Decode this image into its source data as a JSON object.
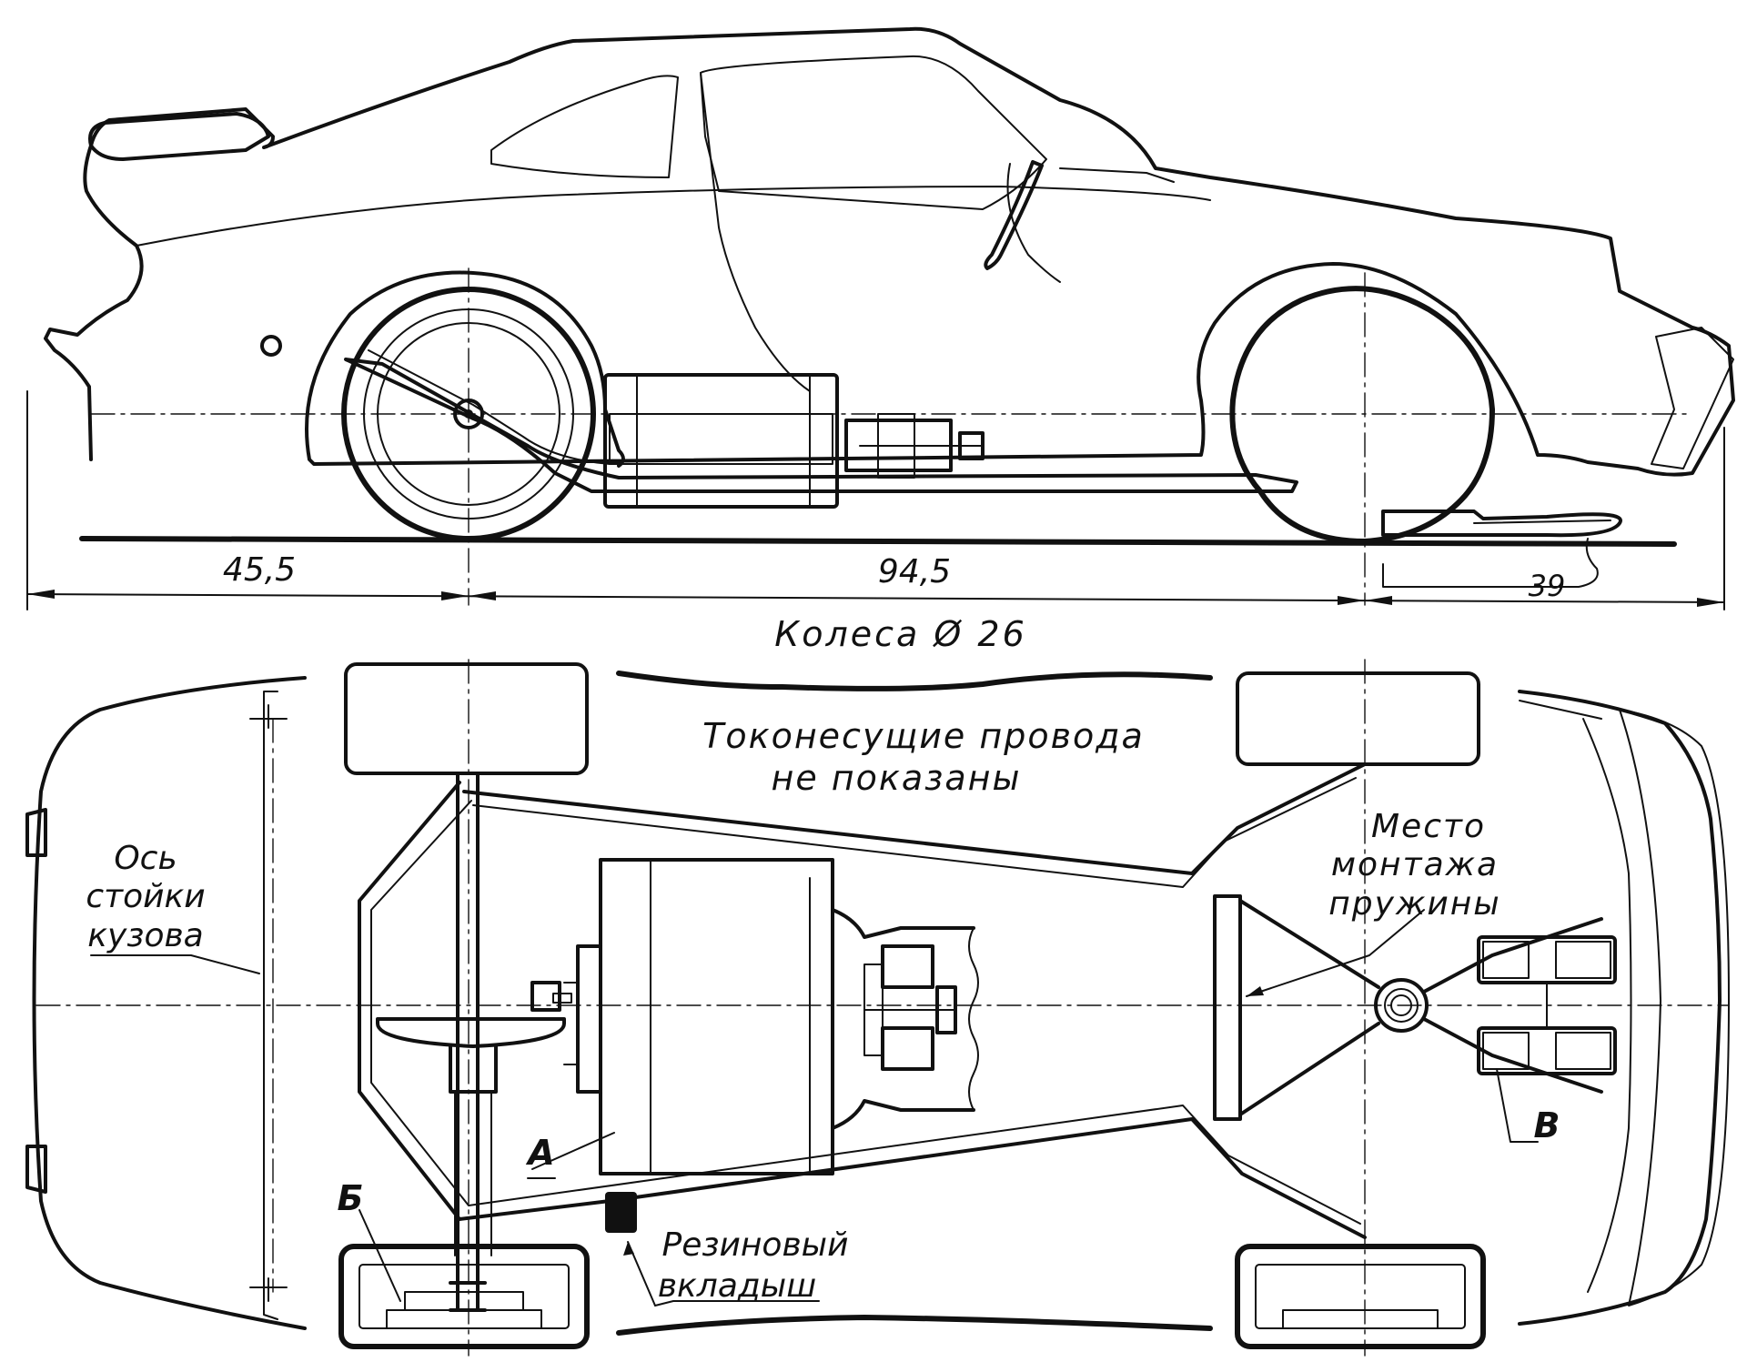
{
  "side_view": {
    "dimensions": {
      "rear_overhang": "45,5",
      "wheelbase": "94,5",
      "front_offset": "39"
    },
    "wheel_caption": "Колеса Ø 26"
  },
  "plan_view": {
    "labels": {
      "wires_line1": "Токонесущие провода",
      "wires_line2": "не показаны",
      "axis_line1": "Ось",
      "axis_line2": "стойки",
      "axis_line3": "кузова",
      "spring_line1": "Место",
      "spring_line2": "монтажа",
      "spring_line3": "пружины",
      "rubber_line1": "Резиновый",
      "rubber_line2": "вкладыш",
      "part_a": "А",
      "part_b": "Б",
      "part_v": "В"
    }
  },
  "colors": {
    "ink": "#111111",
    "paper": "#ffffff"
  }
}
